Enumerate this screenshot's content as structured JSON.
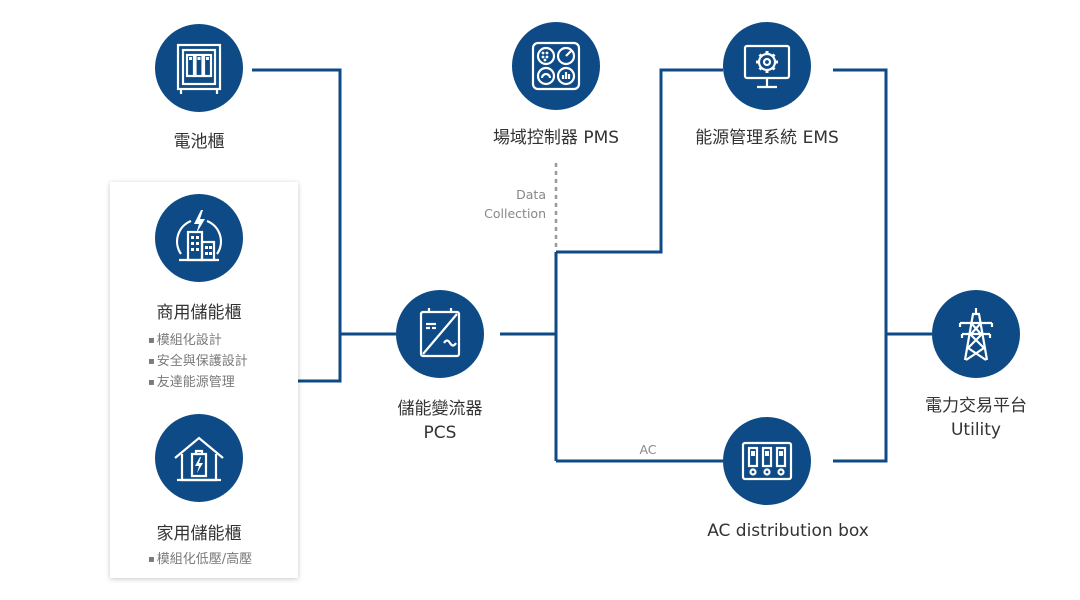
{
  "nodes": {
    "battery": {
      "label": "電池櫃",
      "icon": "battery-cabinet-icon"
    },
    "commercial": {
      "label": "商用儲能櫃",
      "icon": "commercial-building-icon",
      "features": [
        "模組化設計",
        "安全與保護設計",
        "友達能源管理"
      ]
    },
    "residential": {
      "label": "家用儲能櫃",
      "icon": "house-battery-icon",
      "features": [
        "模組化低壓/高壓"
      ]
    },
    "pcs": {
      "label_line1": "儲能變流器",
      "label_line2": "PCS",
      "icon": "inverter-icon"
    },
    "pms": {
      "label": "場域控制器 PMS",
      "icon": "gauge-panel-icon"
    },
    "ems": {
      "label": "能源管理系統 EMS",
      "icon": "monitor-gear-icon"
    },
    "ac_box": {
      "label": "AC distribution box",
      "icon": "distribution-box-icon"
    },
    "utility": {
      "label_line1": "電力交易平台",
      "label_line2": "Utility",
      "icon": "transmission-tower-icon"
    }
  },
  "connections": {
    "data_collection_line1": "Data",
    "data_collection_line2": "Collection",
    "ac_label": "AC"
  },
  "colors": {
    "node_fill": "#0d4a86",
    "line": "#0d4a86",
    "dashed_line": "#9a9a9a",
    "panel_bg": "#ffffff"
  }
}
